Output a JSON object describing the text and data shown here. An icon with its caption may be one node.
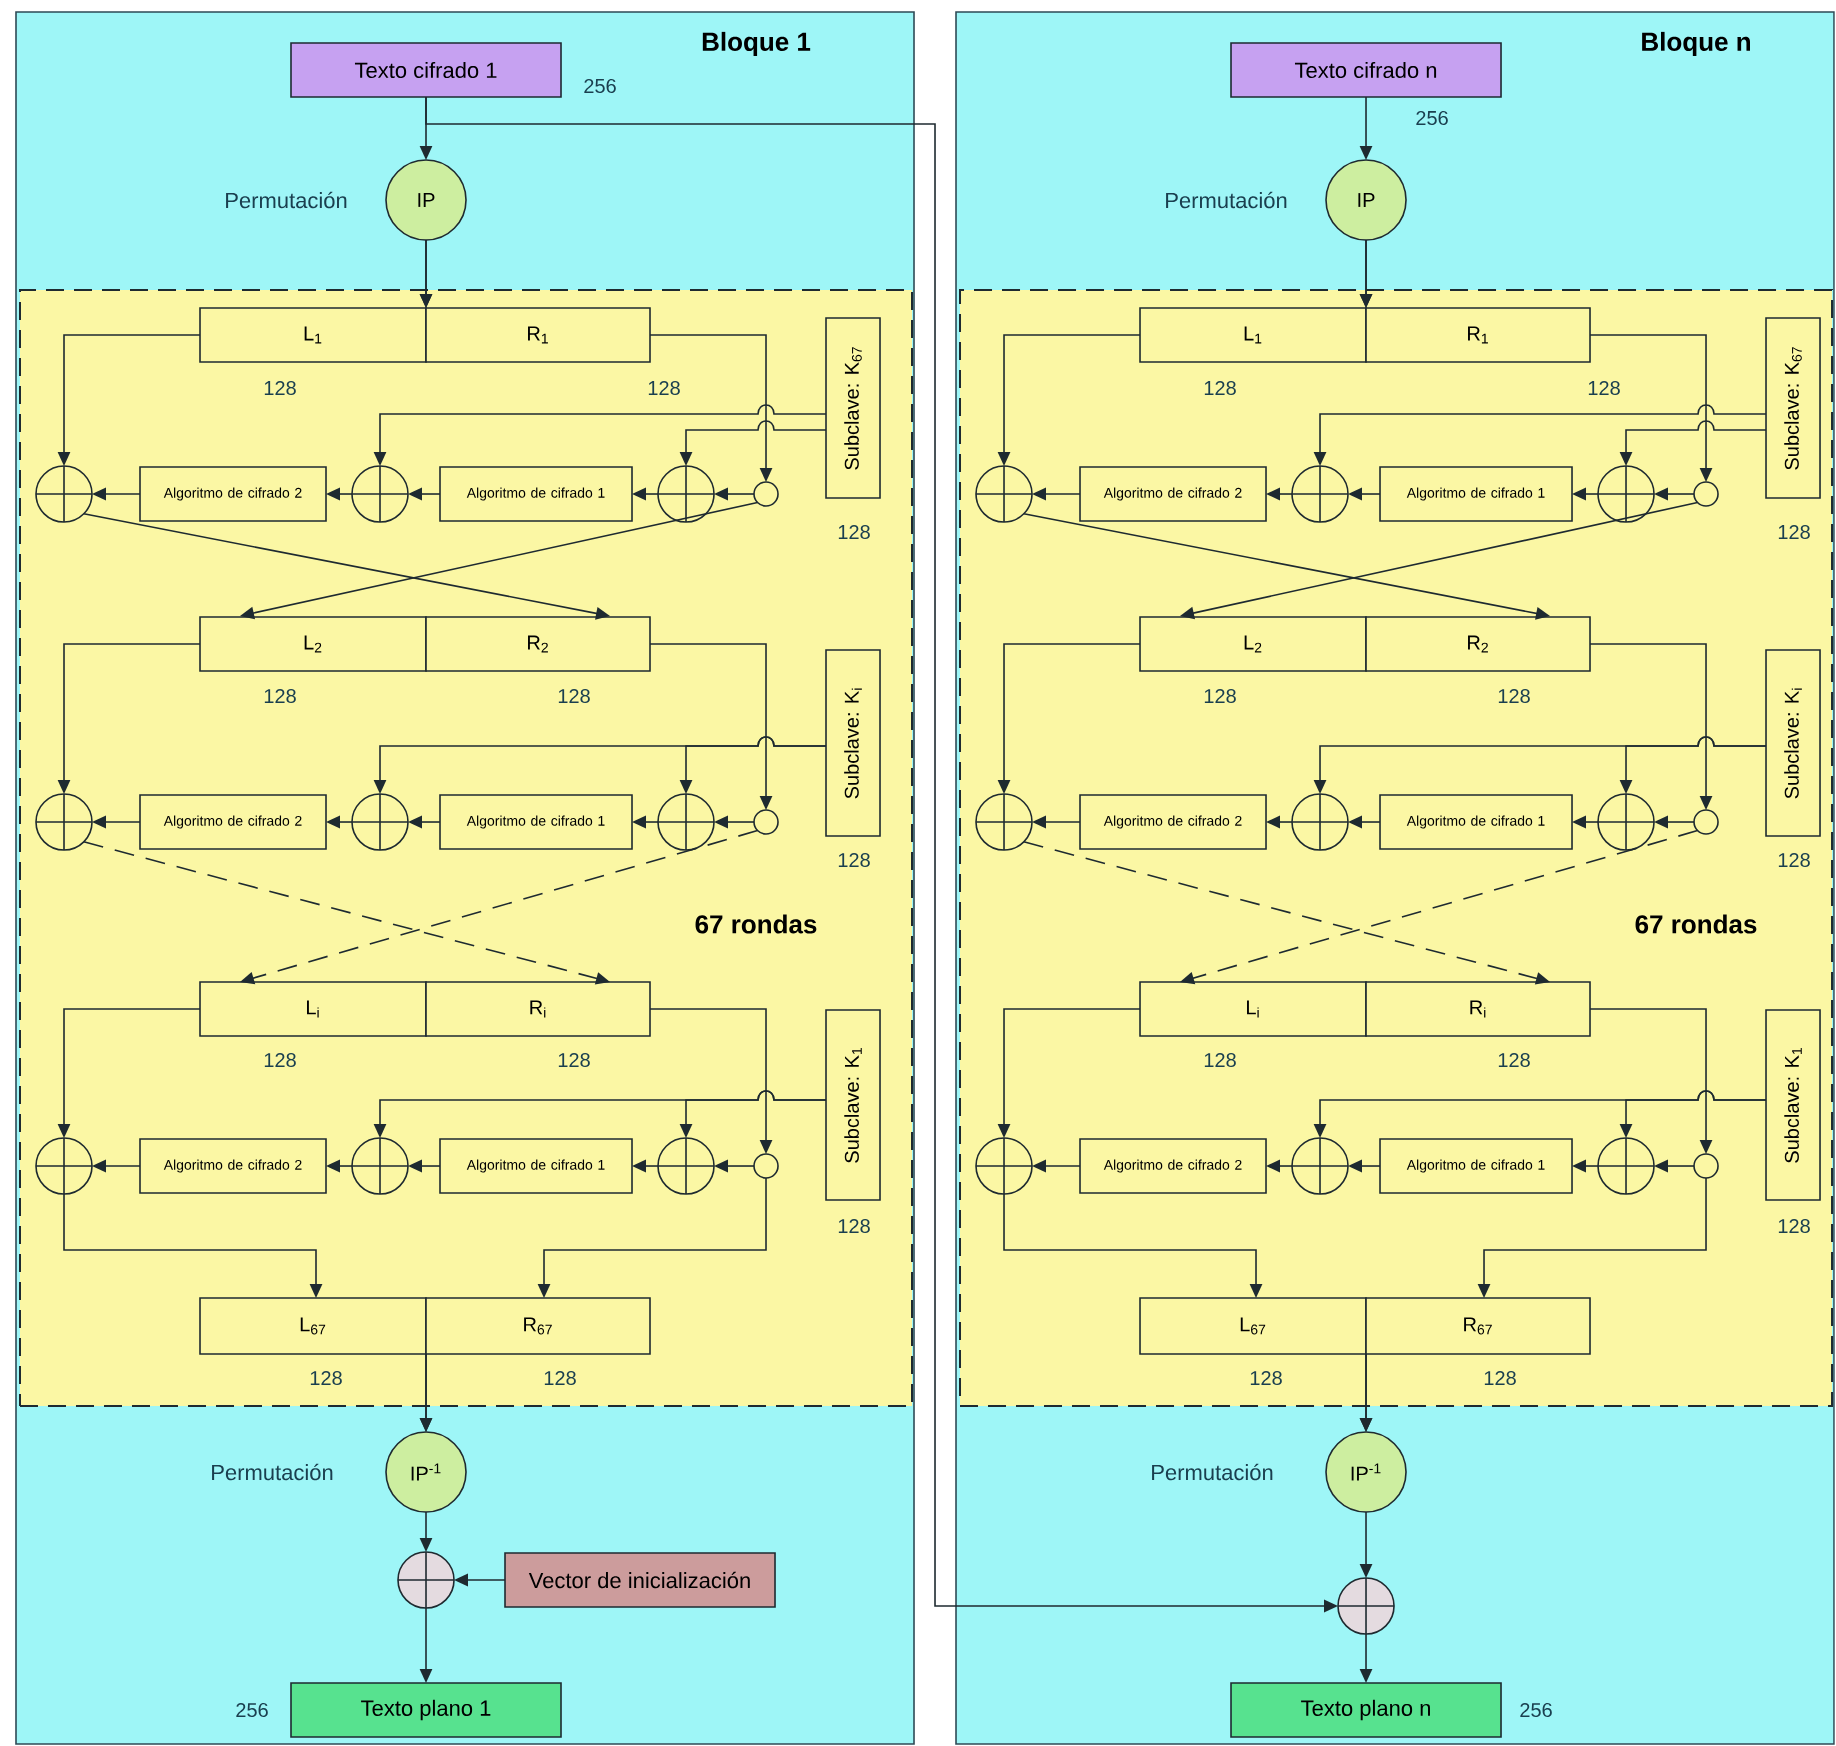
{
  "diagram": {
    "nodes": [
      {
        "text": [
          "Bloque 1"
        ]
      },
      {
        "text": [
          "67 rondas"
        ],
        "in": 0
      },
      {
        "text": [
          "Texto cifrado 1"
        ],
        "beside": [
          "256"
        ],
        "in": 0
      },
      {
        "text": [
          "IP"
        ],
        "beside": [
          "Permutación"
        ],
        "in": 0
      },
      {
        "text": [
          "L$_{1}$"
        ],
        "beside": [
          "128"
        ],
        "in": 1
      },
      {
        "text": [
          "R$_{1}$"
        ],
        "beside": [
          "128"
        ],
        "in": 1
      },
      {
        "text": [
          "Subclave: K$_{67}$"
        ],
        "beside": [
          "128"
        ],
        "in": 1
      },
      {
        "text": [],
        "shape": "circle",
        "in": 1
      },
      {
        "text": [
          "Algoritmo de cifrado 2"
        ],
        "in": 1
      },
      {
        "text": [],
        "shape": "circle",
        "in": 1
      },
      {
        "text": [
          "Algoritmo de cifrado 1"
        ],
        "in": 1
      },
      {
        "text": [],
        "shape": "circle",
        "in": 1
      },
      {
        "text": [],
        "shape": "circle",
        "in": 1
      },
      {
        "text": [
          "L$_{2}$"
        ],
        "beside": [
          "128"
        ],
        "in": 1
      },
      {
        "text": [
          "R$_{2}$"
        ],
        "beside": [
          "128"
        ],
        "in": 1
      },
      {
        "text": [
          "Subclave: K$_{i}$"
        ],
        "beside": [
          "128"
        ],
        "in": 1
      },
      {
        "text": [],
        "shape": "circle",
        "in": 1
      },
      {
        "text": [
          "Algoritmo de cifrado 2"
        ],
        "in": 1
      },
      {
        "text": [],
        "shape": "circle",
        "in": 1
      },
      {
        "text": [
          "Algoritmo de cifrado 1"
        ],
        "in": 1
      },
      {
        "text": [],
        "shape": "circle",
        "in": 1
      },
      {
        "text": [],
        "shape": "circle",
        "in": 1
      },
      {
        "text": [
          "L$_{i}$"
        ],
        "beside": [
          "128"
        ],
        "in": 1
      },
      {
        "text": [
          "R$_{i}$"
        ],
        "beside": [
          "128"
        ],
        "in": 1
      },
      {
        "text": [
          "Subclave: K$_{1}$"
        ],
        "beside": [
          "128"
        ],
        "in": 1
      },
      {
        "text": [],
        "shape": "circle",
        "in": 1
      },
      {
        "text": [
          "Algoritmo de cifrado 2"
        ],
        "in": 1
      },
      {
        "text": [],
        "shape": "circle",
        "in": 1
      },
      {
        "text": [
          "Algoritmo de cifrado 1"
        ],
        "in": 1
      },
      {
        "text": [],
        "shape": "circle",
        "in": 1
      },
      {
        "text": [],
        "shape": "circle",
        "in": 1
      },
      {
        "text": [
          "L$_{67}$"
        ],
        "beside": [
          "128"
        ],
        "in": 1
      },
      {
        "text": [
          "R$_{67}$"
        ],
        "beside": [
          "128"
        ],
        "in": 1
      },
      {
        "text": [
          "IP$^{-1}$"
        ],
        "beside": [
          "Permutación"
        ],
        "in": 0
      },
      {
        "text": [],
        "shape": "circle",
        "in": 0
      },
      {
        "text": [
          "Vector de inicialización"
        ],
        "in": 0
      },
      {
        "text": [
          "Texto plano 1"
        ],
        "beside": [
          "256"
        ],
        "in": 0
      },
      {
        "text": [
          "Bloque n"
        ]
      },
      {
        "text": [
          "67 rondas"
        ],
        "in": 37
      },
      {
        "text": [
          "Texto cifrado n"
        ],
        "beside": [
          "256"
        ],
        "in": 37
      },
      {
        "text": [
          "IP"
        ],
        "beside": [
          "Permutación"
        ],
        "in": 37
      },
      {
        "text": [
          "L$_{1}$"
        ],
        "beside": [
          "128"
        ],
        "in": 38
      },
      {
        "text": [
          "R$_{1}$"
        ],
        "beside": [
          "128"
        ],
        "in": 38
      },
      {
        "text": [
          "Subclave: K$_{67}$"
        ],
        "beside": [
          "128"
        ],
        "in": 38
      },
      {
        "text": [],
        "shape": "circle",
        "in": 38
      },
      {
        "text": [
          "Algoritmo de cifrado 2"
        ],
        "in": 38
      },
      {
        "text": [],
        "shape": "circle",
        "in": 38
      },
      {
        "text": [
          "Algoritmo de cifrado 1"
        ],
        "in": 38
      },
      {
        "text": [],
        "shape": "circle",
        "in": 38
      },
      {
        "text": [],
        "shape": "circle",
        "in": 38
      },
      {
        "text": [
          "L$_{2}$"
        ],
        "beside": [
          "128"
        ],
        "in": 38
      },
      {
        "text": [
          "R$_{2}$"
        ],
        "beside": [
          "128"
        ],
        "in": 38
      },
      {
        "text": [
          "Subclave: K$_{i}$"
        ],
        "beside": [
          "128"
        ],
        "in": 38
      },
      {
        "text": [],
        "shape": "circle",
        "in": 38
      },
      {
        "text": [
          "Algoritmo de cifrado 2"
        ],
        "in": 38
      },
      {
        "text": [],
        "shape": "circle",
        "in": 38
      },
      {
        "text": [
          "Algoritmo de cifrado 1"
        ],
        "in": 38
      },
      {
        "text": [],
        "shape": "circle",
        "in": 38
      },
      {
        "text": [],
        "shape": "circle",
        "in": 38
      },
      {
        "text": [
          "L$_{i}$"
        ],
        "beside": [
          "128"
        ],
        "in": 38
      },
      {
        "text": [
          "R$_{i}$"
        ],
        "beside": [
          "128"
        ],
        "in": 38
      },
      {
        "text": [
          "Subclave: K$_{1}$"
        ],
        "beside": [
          "128"
        ],
        "in": 38
      },
      {
        "text": [],
        "shape": "circle",
        "in": 38
      },
      {
        "text": [
          "Algoritmo de cifrado 2"
        ],
        "in": 38
      },
      {
        "text": [],
        "shape": "circle",
        "in": 38
      },
      {
        "text": [
          "Algoritmo de cifrado 1"
        ],
        "in": 38
      },
      {
        "text": [],
        "shape": "circle",
        "in": 38
      },
      {
        "text": [],
        "shape": "circle",
        "in": 38
      },
      {
        "text": [
          "L$_{67}$"
        ],
        "beside": [
          "128"
        ],
        "in": 38
      },
      {
        "text": [
          "R$_{67}$"
        ],
        "beside": [
          "128"
        ],
        "in": 38
      },
      {
        "text": [
          "IP$^{-1}$"
        ],
        "beside": [
          "Permutación"
        ],
        "in": 37
      },
      {
        "text": [],
        "shape": "circle",
        "in": 37
      },
      {
        "text": [
          "Texto plano n"
        ],
        "beside": [
          "256"
        ],
        "in": 37
      }
    ],
    "edges": [
      {
        "from": 2,
        "to": 3,
        "arrow": "to"
      },
      {
        "from": 3,
        "to": 4,
        "arrow": "to"
      },
      {
        "from": 3,
        "to": 5,
        "arrow": "to"
      },
      {
        "from": 5,
        "to": 12,
        "arrow": "to"
      },
      {
        "from": 12,
        "to": 11,
        "arrow": "to"
      },
      {
        "from": 11,
        "to": 10,
        "arrow": "to"
      },
      {
        "from": 10,
        "to": 9,
        "arrow": "to"
      },
      {
        "from": 9,
        "to": 8,
        "arrow": "to"
      },
      {
        "from": 8,
        "to": 7,
        "arrow": "to"
      },
      {
        "from": 4,
        "to": 7,
        "arrow": "to"
      },
      {
        "from": 6,
        "to": 11,
        "arrow": "to"
      },
      {
        "from": 6,
        "to": 9,
        "arrow": "to"
      },
      {
        "from": 7,
        "to": 14,
        "arrow": "to"
      },
      {
        "from": 12,
        "to": 13,
        "arrow": "to"
      },
      {
        "from": 14,
        "to": 21,
        "arrow": "to"
      },
      {
        "from": 21,
        "to": 20,
        "arrow": "to"
      },
      {
        "from": 20,
        "to": 19,
        "arrow": "to"
      },
      {
        "from": 19,
        "to": 18,
        "arrow": "to"
      },
      {
        "from": 18,
        "to": 17,
        "arrow": "to"
      },
      {
        "from": 17,
        "to": 16,
        "arrow": "to"
      },
      {
        "from": 13,
        "to": 16,
        "arrow": "to"
      },
      {
        "from": 15,
        "to": 20,
        "arrow": "to"
      },
      {
        "from": 15,
        "to": 18,
        "arrow": "to"
      },
      {
        "from": 16,
        "to": 23,
        "arrow": "to",
        "style": "dashed"
      },
      {
        "from": 21,
        "to": 22,
        "arrow": "to",
        "style": "dashed"
      },
      {
        "from": 23,
        "to": 30,
        "arrow": "to"
      },
      {
        "from": 30,
        "to": 29,
        "arrow": "to"
      },
      {
        "from": 29,
        "to": 28,
        "arrow": "to"
      },
      {
        "from": 28,
        "to": 27,
        "arrow": "to"
      },
      {
        "from": 27,
        "to": 26,
        "arrow": "to"
      },
      {
        "from": 26,
        "to": 25,
        "arrow": "to"
      },
      {
        "from": 22,
        "to": 25,
        "arrow": "to"
      },
      {
        "from": 24,
        "to": 29,
        "arrow": "to"
      },
      {
        "from": 24,
        "to": 27,
        "arrow": "to"
      },
      {
        "from": 25,
        "to": 31,
        "arrow": "to"
      },
      {
        "from": 30,
        "to": 32,
        "arrow": "to"
      },
      {
        "from": 31,
        "to": 33,
        "arrow": "to"
      },
      {
        "from": 32,
        "to": 33,
        "arrow": "to"
      },
      {
        "from": 33,
        "to": 34,
        "arrow": "to"
      },
      {
        "from": 35,
        "to": 34,
        "arrow": "to"
      },
      {
        "from": 34,
        "to": 36,
        "arrow": "to"
      },
      {
        "from": 2,
        "to": 71,
        "arrow": "to"
      },
      {
        "from": 39,
        "to": 40,
        "arrow": "to"
      },
      {
        "from": 40,
        "to": 41,
        "arrow": "to"
      },
      {
        "from": 40,
        "to": 42,
        "arrow": "to"
      },
      {
        "from": 42,
        "to": 49,
        "arrow": "to"
      },
      {
        "from": 49,
        "to": 48,
        "arrow": "to"
      },
      {
        "from": 48,
        "to": 47,
        "arrow": "to"
      },
      {
        "from": 47,
        "to": 46,
        "arrow": "to"
      },
      {
        "from": 46,
        "to": 45,
        "arrow": "to"
      },
      {
        "from": 45,
        "to": 44,
        "arrow": "to"
      },
      {
        "from": 41,
        "to": 44,
        "arrow": "to"
      },
      {
        "from": 43,
        "to": 48,
        "arrow": "to"
      },
      {
        "from": 43,
        "to": 46,
        "arrow": "to"
      },
      {
        "from": 44,
        "to": 51,
        "arrow": "to"
      },
      {
        "from": 49,
        "to": 50,
        "arrow": "to"
      },
      {
        "from": 51,
        "to": 58,
        "arrow": "to"
      },
      {
        "from": 58,
        "to": 57,
        "arrow": "to"
      },
      {
        "from": 57,
        "to": 56,
        "arrow": "to"
      },
      {
        "from": 56,
        "to": 55,
        "arrow": "to"
      },
      {
        "from": 55,
        "to": 54,
        "arrow": "to"
      },
      {
        "from": 54,
        "to": 53,
        "arrow": "to"
      },
      {
        "from": 50,
        "to": 53,
        "arrow": "to"
      },
      {
        "from": 52,
        "to": 57,
        "arrow": "to"
      },
      {
        "from": 52,
        "to": 55,
        "arrow": "to"
      },
      {
        "from": 53,
        "to": 60,
        "arrow": "to",
        "style": "dashed"
      },
      {
        "from": 58,
        "to": 59,
        "arrow": "to",
        "style": "dashed"
      },
      {
        "from": 60,
        "to": 67,
        "arrow": "to"
      },
      {
        "from": 67,
        "to": 66,
        "arrow": "to"
      },
      {
        "from": 66,
        "to": 65,
        "arrow": "to"
      },
      {
        "from": 65,
        "to": 64,
        "arrow": "to"
      },
      {
        "from": 64,
        "to": 63,
        "arrow": "to"
      },
      {
        "from": 63,
        "to": 62,
        "arrow": "to"
      },
      {
        "from": 59,
        "to": 62,
        "arrow": "to"
      },
      {
        "from": 61,
        "to": 66,
        "arrow": "to"
      },
      {
        "from": 61,
        "to": 64,
        "arrow": "to"
      },
      {
        "from": 62,
        "to": 68,
        "arrow": "to"
      },
      {
        "from": 67,
        "to": 69,
        "arrow": "to"
      },
      {
        "from": 68,
        "to": 70,
        "arrow": "to"
      },
      {
        "from": 69,
        "to": 70,
        "arrow": "to"
      },
      {
        "from": 70,
        "to": 71,
        "arrow": "to"
      },
      {
        "from": 71,
        "to": 72,
        "arrow": "to"
      }
    ]
  }
}
